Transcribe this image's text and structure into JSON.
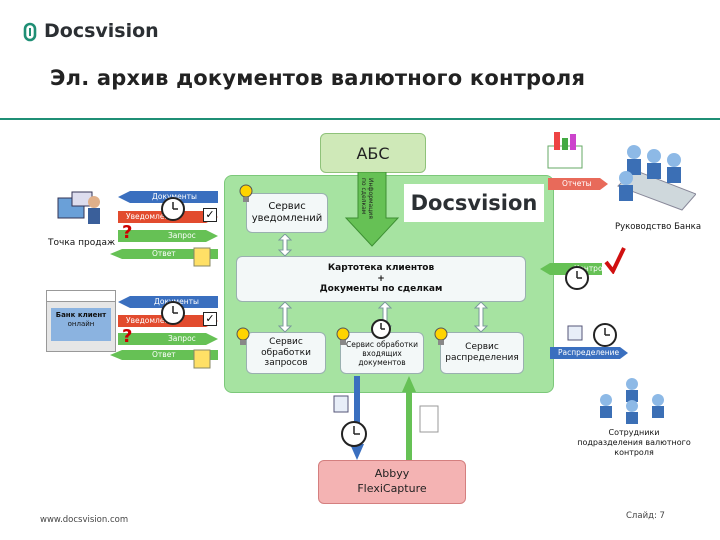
{
  "header": {
    "logo_text": "Docsvision",
    "title": "Эл. архив документов валютного контроля"
  },
  "diagram": {
    "abs_label": "АБС",
    "abbyy_line1": "Abbyy",
    "abbyy_line2": "FlexiCapture",
    "panel_logo": "Docsvision",
    "vertical_label": "Информация по сделкам",
    "services": {
      "notify": "Сервис уведомлений",
      "card": "Картотека клиентов\n+\nДокументы по сделкам",
      "request": "Сервис обработки запросов",
      "incoming": "Сервис обработки входящих документов",
      "distribute": "Сервис распределения"
    },
    "left_top": {
      "docs": "Документы",
      "notice": "Уведомление",
      "request": "Запрос",
      "answer": "Ответ",
      "point_label": "Точка продаж"
    },
    "left_bottom": {
      "docs": "Документы",
      "notice": "Уведомление",
      "request": "Запрос",
      "answer": "Ответ",
      "client_title": "Банк клиент",
      "client_sub": "онлайн"
    },
    "right": {
      "reports": "Отчеты",
      "control": "Контроль",
      "distribution": "Распределение",
      "management": "Руководство Банка",
      "staff": "Сотрудники подразделения валютного контроля"
    }
  },
  "footer": {
    "url": "www.docsvision.com",
    "slide": "Слайд: 7"
  },
  "colors": {
    "accent": "#1f8f75",
    "panel_green": "#a6e3a1",
    "arrow_green": "#66c155",
    "arrow_blue": "#3a6fbf",
    "abbyy_red": "#f4b3b3"
  }
}
